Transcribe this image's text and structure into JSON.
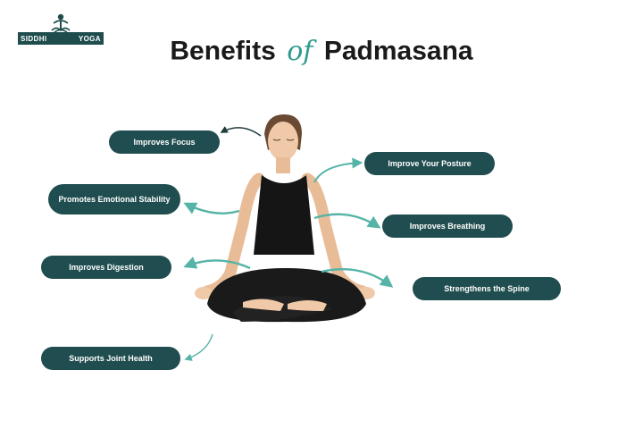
{
  "brand": {
    "left": "SIDDHI",
    "right": "YOGA"
  },
  "title": {
    "part1": "Benefits",
    "connector": "of",
    "part2": "Padmasana"
  },
  "benefits": {
    "focus": "Improves Focus",
    "posture": "Improve Your Posture",
    "emotional": "Promotes Emotional Stability",
    "breathing": "Improves Breathing",
    "digestion": "Improves Digestion",
    "spine": "Strengthens the Spine",
    "joint": "Supports Joint Health"
  },
  "colors": {
    "pill": "#204d4f",
    "arrow": "#56b4a6",
    "accent": "#2e9c8e",
    "title": "#1a1a1a"
  },
  "icons": {
    "logo": "lotus-figure-icon",
    "figure": "woman-lotus-pose-illustration"
  }
}
